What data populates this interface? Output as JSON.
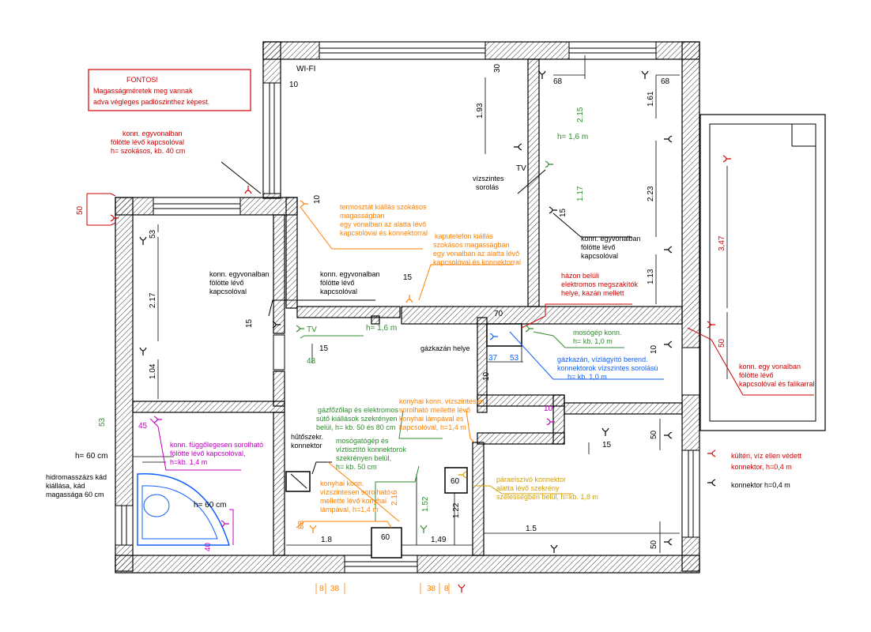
{
  "colors": {
    "red": "#d00000",
    "orange": "#ff7f00",
    "green": "#2e8b2e",
    "blue": "#1060ff",
    "magenta": "#c000c0",
    "yellow": "#d4a000",
    "black": "#000000"
  },
  "notice": {
    "title": "FONTOS!",
    "line1": "Magasságméretek meg vannak",
    "line2": "adva végleges padlószinthez képest."
  },
  "notes": {
    "conn_outlet_left": [
      "konn. egyvonalban",
      "fölötte lévő kapcsolóval",
      "h= szokásos, kb. 40 cm"
    ],
    "thermostat": [
      "termosztát kiállás szokásos",
      "magasságban",
      "egy vonalban az alatta lévő",
      "kapcsolóval és konnektorral"
    ],
    "intercom": [
      "kaputelefon kiállás",
      "szokásos magasságban",
      "egy vonalban az alatta lévő",
      "kapcsolóval és konnektorral"
    ],
    "conn_room_left": [
      "konn. egyvonalban",
      "fölötte lévő",
      "kapcsolóval"
    ],
    "conn_hall": [
      "konn. egyvonalban",
      "fölötte lévő",
      "kapcsolóval"
    ],
    "conn_right_room": [
      "konn. egyvonalban",
      "fölötte lévő",
      "kapcsolóval"
    ],
    "horizontal_row": [
      "vízszintes",
      "sorolás"
    ],
    "breakers": [
      "házon belüli",
      "elektromos megszakítók",
      "helye, kazán mellett"
    ],
    "washer": [
      "mosógép konn.",
      "h= kb. 1,0 m"
    ],
    "boiler_place": "gázkazán helye",
    "boiler": [
      "gázkazán, vízlágyító berend.",
      "konnektorok vízszintes sorolású",
      "h= kb. 1,0 m"
    ],
    "terrace": [
      "konn. egy vonalban",
      "fölötte lévő",
      "kapcsolóval és falikarral"
    ],
    "bath_vertical": [
      "konn. függőlegesen sorolható",
      "fölötte lévő kapcsolóval,",
      "h=kb. 1,4 m"
    ],
    "jacuzzi": [
      "hidromasszázs kád",
      "kiállása, kád",
      "magassága 60 cm"
    ],
    "fridge": [
      "hűtőszekr.",
      "konnektor"
    ],
    "cooktop": [
      "gázfőzőlap és elektromos",
      "sütő kiállások szekrényen",
      "belül, h= kb. 50 és 80 cm"
    ],
    "kitchen_row_right": [
      "konyhai konn. vízszintesen",
      "sorolható mellette lévő",
      "konyhai lámpával és",
      "kapcsolóval, h=1,4 m"
    ],
    "dishwasher": [
      "mosógatógép és",
      "víztisztító konnektorok",
      "szekrényen belül,",
      "h= kb. 50 cm"
    ],
    "kitchen_row_left": [
      "konyhai konn.",
      "vízszintesen sorolható",
      "mellette lévő konyhai",
      "lámpával, h=1,4 m"
    ],
    "hood": [
      "páraelszívó konnektor",
      "alatta lévő szekrény",
      "szélességben belül, h=kb. 1,8 m"
    ]
  },
  "legend": {
    "outdoor": [
      "kültéri, víz ellen védett",
      "konnektor, h=0,4  m"
    ],
    "indoor": "konnektor h=0,4  m"
  },
  "dims": {
    "wifi": "WI-FI",
    "d10a": "10",
    "d30": "30",
    "d193": "1.93",
    "d68a": "68",
    "d215": "2.15",
    "d68b": "68",
    "d161": "1.61",
    "h16a": "h= 1,6 m",
    "tv1": "TV",
    "d117": "1.17",
    "d223": "2.23",
    "d15a": "15",
    "d113": "1.13",
    "d347": "3,47",
    "d50a": "50",
    "d10b": "10",
    "d53a": "53",
    "d217": "2.17",
    "d15b": "15",
    "d104": "1.04",
    "d15c": "15",
    "h16b": "h= 1,6 m",
    "tv2": "TV",
    "d15d": "15",
    "d48": "48",
    "d70": "70",
    "d37": "37",
    "d53b": "53",
    "d10c": "10",
    "d10d": "10",
    "d50b": "50",
    "d10e": "10",
    "d53c": "53",
    "d45": "45",
    "h60a": "h= 60 cm",
    "d15e": "15",
    "d50c": "50",
    "d60a": "60",
    "h60b": "h= 60 cm",
    "d216": "2.16",
    "d152": "1.52",
    "d122": "1.22",
    "d88": "88",
    "d60b": "60",
    "d18": "1.8",
    "d149": "1,49",
    "d15f": "1.5",
    "d40": "40",
    "d50d": "50",
    "d8a": "8",
    "d38a": "38",
    "d38b": "38",
    "d8b": "8"
  }
}
